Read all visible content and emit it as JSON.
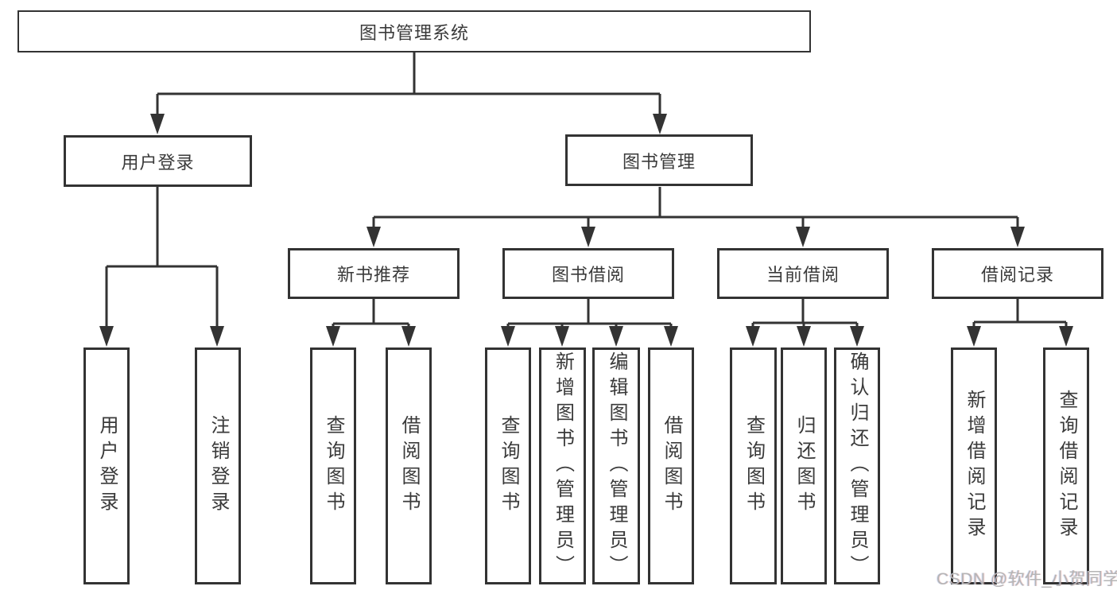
{
  "diagram": {
    "type": "hierarchy-tree",
    "colors": {
      "line": "#333333",
      "text": "#3a3a3a",
      "box_background": "#ffffff",
      "page_background": "#ffffff",
      "watermark": "#b5b5b5"
    },
    "tree": {
      "label": "图书管理系统",
      "children": [
        {
          "label": "用户登录",
          "children": [
            {
              "label": "用户登录"
            },
            {
              "label": "注销登录"
            }
          ]
        },
        {
          "label": "图书管理",
          "children": [
            {
              "label": "新书推荐",
              "children": [
                {
                  "label": "查询图书"
                },
                {
                  "label": "借阅图书"
                }
              ]
            },
            {
              "label": "图书借阅",
              "children": [
                {
                  "label": "查询图书"
                },
                {
                  "label": "新增图书（管理员）"
                },
                {
                  "label": "编辑图书（管理员）"
                },
                {
                  "label": "借阅图书"
                }
              ]
            },
            {
              "label": "当前借阅",
              "children": [
                {
                  "label": "查询图书"
                },
                {
                  "label": "归还图书"
                },
                {
                  "label": "确认归还（管理员）"
                }
              ]
            },
            {
              "label": "借阅记录",
              "children": [
                {
                  "label": "新增借阅记录"
                },
                {
                  "label": "查询借阅记录"
                }
              ]
            }
          ]
        }
      ]
    },
    "watermark": {
      "text": "CSDN @软件_小贺同学"
    }
  }
}
